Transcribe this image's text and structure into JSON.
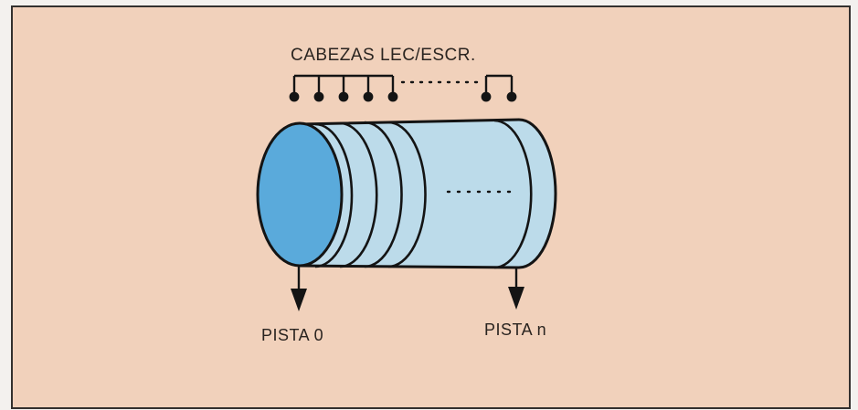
{
  "labels": {
    "heads": "CABEZAS LEC/ESCR.",
    "track_first": "PISTA 0",
    "track_last": "PISTA n"
  },
  "colors": {
    "panel": "#f1d1bb",
    "frame": "#33302e",
    "drum_face": "#5aaadb",
    "drum_body": "#bcdbea",
    "outline": "#141414"
  }
}
